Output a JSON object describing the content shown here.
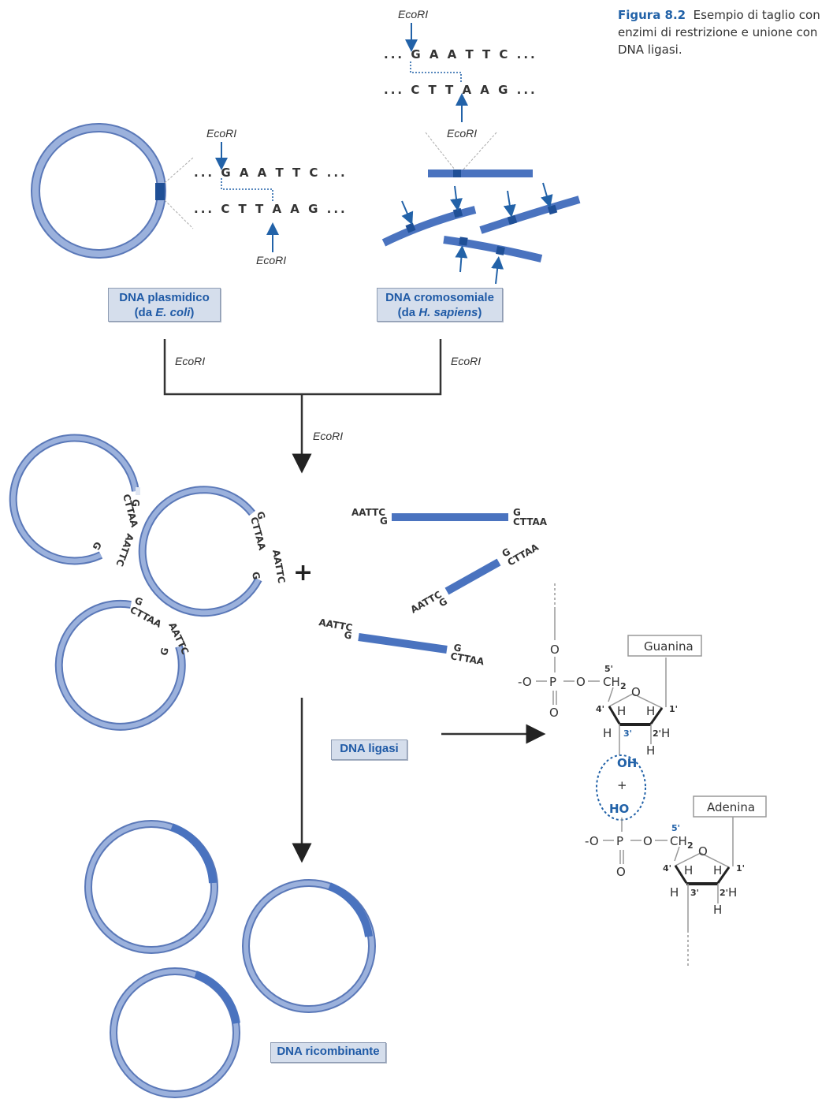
{
  "figure": {
    "number": "Figura 8.2",
    "caption": "Esempio di taglio con enzimi di restrizione e unione con DNA ligasi."
  },
  "enzyme": "EcoRI",
  "sequences": {
    "top_strand": "... G A A T T C ...",
    "bottom_strand": "... C T T A A G ...",
    "top_strand_plasmid": "... G A A T T C ...",
    "bottom_strand_plasmid": "... C T T A A G ..."
  },
  "labels": {
    "plasmid_line1": "DNA plasmidico",
    "plasmid_line2_pre": "(da ",
    "plasmid_line2_ital": "E. coli",
    "plasmid_line2_post": ")",
    "chromosomal_line1": "DNA cromosomiale",
    "chromosomal_line2_pre": "(da ",
    "chromosomal_line2_ital": "H. sapiens",
    "chromosomal_line2_post": ")",
    "ligase": "DNA ligasi",
    "recombinant": "DNA ricombinante"
  },
  "sticky_ends": {
    "g": "G",
    "cttaa": "CTTAA",
    "aattc": "AATTC"
  },
  "chemistry": {
    "o": "O",
    "o_minus": "-O",
    "p": "P",
    "ch2": "CH",
    "ch2_sub": "2",
    "h": "H",
    "oh": "OH",
    "ho": "HO",
    "plus": "+",
    "five_prime": "5'",
    "four_prime": "4'",
    "three_prime": "3'",
    "two_prime": "2'",
    "one_prime": "1'",
    "base_top": "Guanina",
    "base_bottom": "Adenina"
  },
  "plus_sign": "+",
  "colors": {
    "dna_light": "#8aa2d3",
    "dna_dark": "#1f4f96",
    "dna_mid": "#4a73bf",
    "accent_blue": "#2262a8",
    "box_fill": "#d5deec"
  }
}
